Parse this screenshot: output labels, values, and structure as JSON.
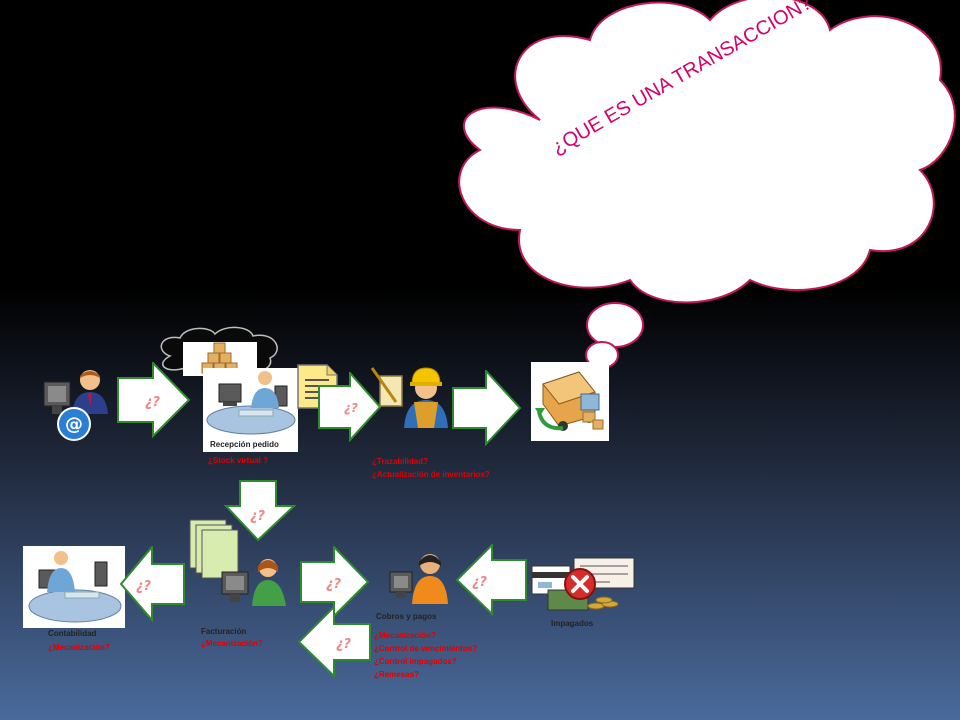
{
  "thought": {
    "text": "¿QUE ES UNA TRANSACCION?"
  },
  "arrow_q": "¿?",
  "nodes": {
    "reception": {
      "label": "Recepción pedido",
      "questions": [
        "¿Stock virtual ?"
      ]
    },
    "warehouse": {
      "questions": [
        "¿Trazabilidad?",
        "¿Actualización de inventarios?"
      ]
    },
    "accounting": {
      "label": "Contabilidad",
      "questions": [
        "¿Mecanización?"
      ]
    },
    "billing": {
      "label": "Facturación",
      "questions": [
        "¿Mecanización?"
      ]
    },
    "collections": {
      "label": "Cobros y pagos",
      "questions": [
        "¿Mecanización?",
        "¿Control de vencimientos?",
        "¿Control impagados?",
        "¿Remesas?"
      ]
    },
    "unpaid": {
      "label": "Impagados"
    }
  },
  "colors": {
    "thought_text": "#d4006e",
    "thought_border": "#c2185b",
    "arrow_border": "#2e8b2e",
    "question_text": "#e00000"
  }
}
